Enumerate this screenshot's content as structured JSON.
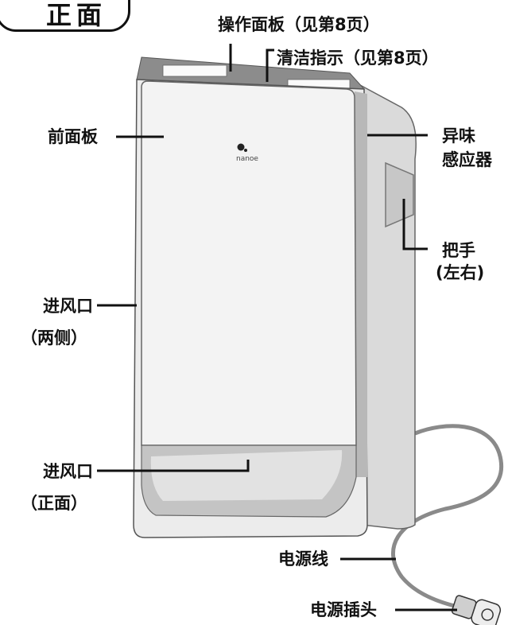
{
  "title": "正面",
  "brand": "nanoe",
  "labels": {
    "panel": "操作面板（见第8页）",
    "clean": "清洁指示（见第8页）",
    "front_panel": "前面板",
    "odor_1": "异味",
    "odor_2": "感应器",
    "handle_1": "把手",
    "handle_2": "(左右)",
    "side_inlet_1": "进风口",
    "side_inlet_2": "（两侧）",
    "front_inlet_1": "进风口",
    "front_inlet_2": "（正面）",
    "cord": "电源线",
    "plug": "电源插头"
  },
  "colors": {
    "body": "#ececec",
    "panel": "#f2f2f2",
    "side": "#d9d9d9",
    "top": "#8a8a8a",
    "line": "#111111"
  }
}
